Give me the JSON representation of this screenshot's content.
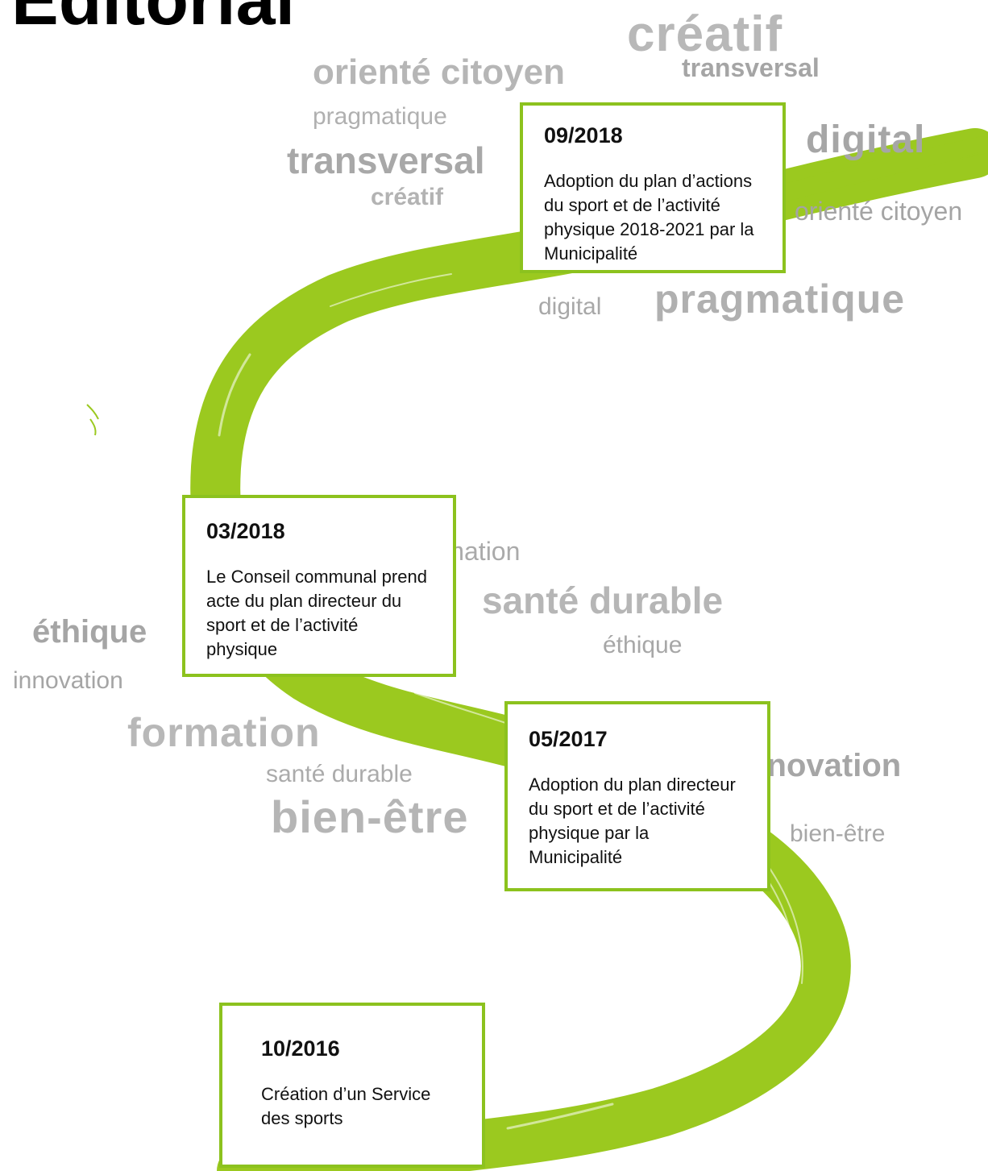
{
  "heading": "Editorial",
  "words": {
    "creatif_top": "créatif",
    "transversal_top": "transversal",
    "oriente_citoyen_top": "orienté citoyen",
    "pragmatique_left": "pragmatique",
    "transversal_left": "transversal",
    "creatif_left": "créatif",
    "digital_right": "digital",
    "oriente_citoyen_right": "orienté citoyen",
    "digital_mid": "digital",
    "pragmatique_big": "pragmatique",
    "formation_mid": "formation",
    "sante_durable_big": "santé durable",
    "ethique_mid": "éthique",
    "ethique_left": "éthique",
    "innovation_left": "innovation",
    "formation_big": "formation",
    "sante_durable_small": "santé durable",
    "bien_etre_big": "bien-être",
    "innovation_right": "innovation",
    "bien_etre_right": "bien-être"
  },
  "milestones": [
    {
      "date": "09/2018",
      "text": "Adoption du plan d’actions du sport et de l’activité physique 2018-2021 par la Municipalité"
    },
    {
      "date": "03/2018",
      "text": "Le Conseil communal prend acte du plan directeur du sport et de l’activité physique"
    },
    {
      "date": "05/2017",
      "text": "Adoption du plan directeur du sport et de l’activité physique par la Municipalité"
    },
    {
      "date": "10/2016",
      "text": "Création d’un Service des sports"
    }
  ],
  "colors": {
    "accent_green": "#8cc21e",
    "keyword_gray": "#a9a9a9",
    "text": "#111111"
  }
}
